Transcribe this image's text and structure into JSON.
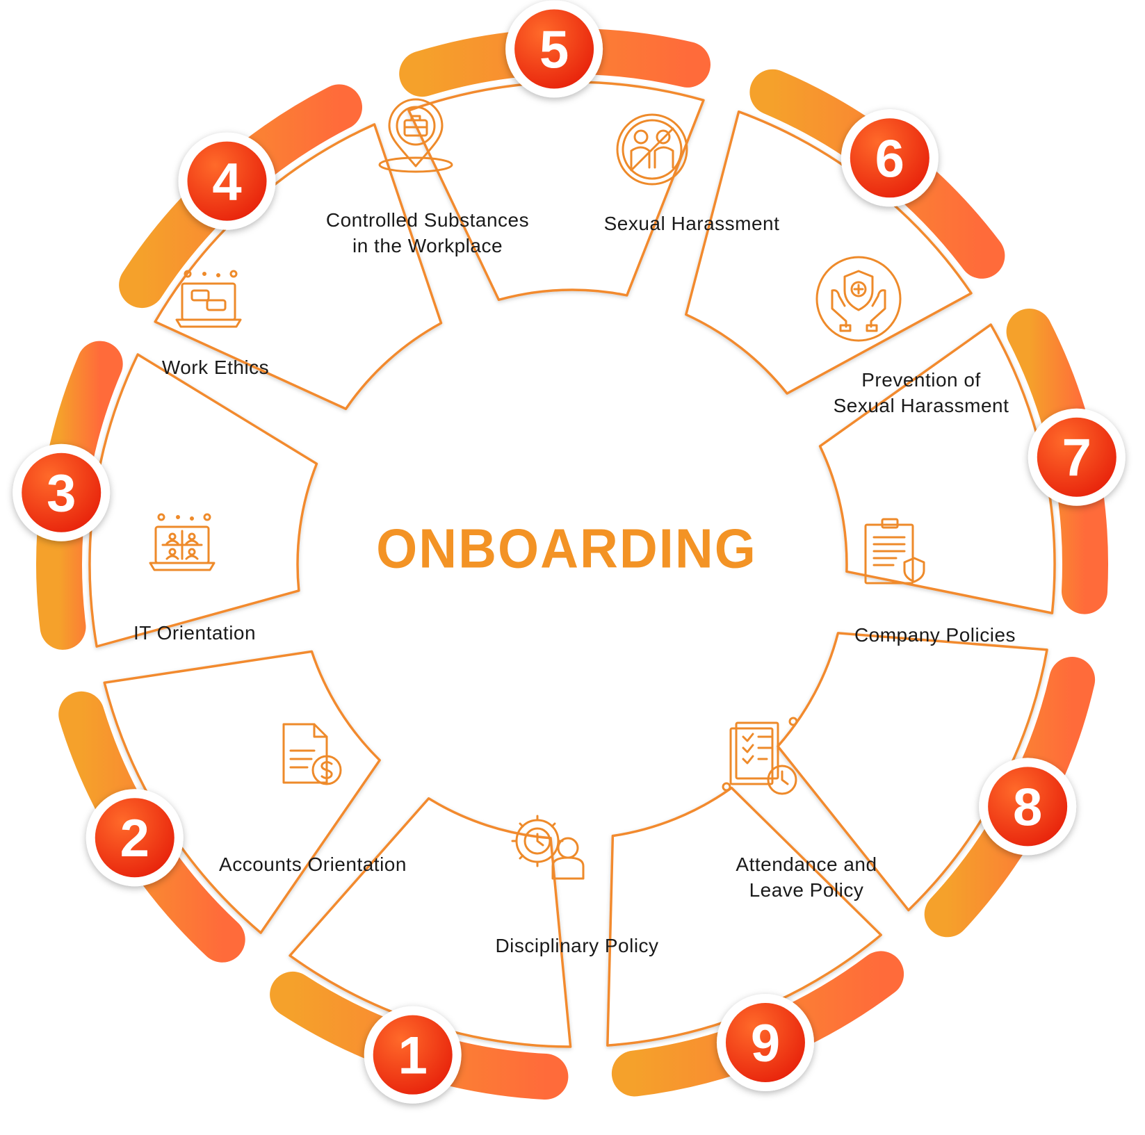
{
  "diagram": {
    "title": "ONBOARDING",
    "colors": {
      "ring_light": "#F5A12B",
      "ring_dark": "#FF6B3A",
      "badge_light": "#FF5A1F",
      "badge_dark": "#E8240C",
      "outline": "#F28A2E",
      "icon": "#EE8A2A",
      "title": "#F39325",
      "text": "#1a1a1a"
    },
    "steps": [
      {
        "number": "1",
        "label": "Work Ethics",
        "icon": "laptop-chat-icon"
      },
      {
        "number": "2",
        "label": "Controlled Substances\nin the Workplace",
        "icon": "location-briefcase-icon"
      },
      {
        "number": "3",
        "label": "Sexual Harassment",
        "icon": "no-harassment-icon"
      },
      {
        "number": "4",
        "label": "Prevention of\nSexual Harassment",
        "icon": "hands-shield-icon"
      },
      {
        "number": "5",
        "label": "Company Policies",
        "icon": "clipboard-shield-icon"
      },
      {
        "number": "6",
        "label": "Attendance  and\nLeave Policy",
        "icon": "checklist-clock-icon"
      },
      {
        "number": "7",
        "label": "Disciplinary Policy",
        "icon": "gear-clock-person-icon"
      },
      {
        "number": "8",
        "label": "Accounts Orientation",
        "icon": "document-dollar-icon"
      },
      {
        "number": "9",
        "label": "IT Orientation",
        "icon": "laptop-video-call-icon"
      }
    ]
  }
}
